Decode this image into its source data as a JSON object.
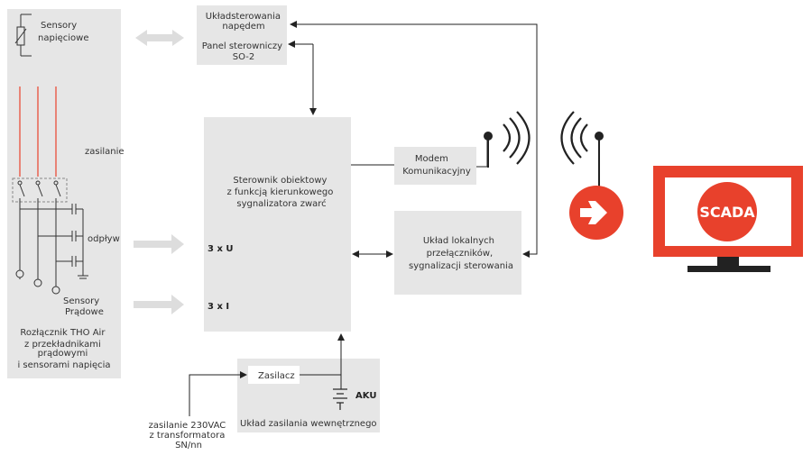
{
  "left_panel": {
    "sensors_voltage": [
      "Sensory",
      "napięciowe"
    ],
    "supply": "zasilanie",
    "outgoing": "odpływ",
    "sensors_current": [
      "Sensory",
      "Prądowe"
    ],
    "switch_caption": [
      "Rozłącznik THO Air",
      "z przekładnikami",
      "prądowymi",
      "i sensorami napięcia"
    ]
  },
  "drive_box": {
    "title": [
      "Układsterowania",
      "napędem"
    ],
    "panel": [
      "Panel sterowniczy",
      "SO-2"
    ]
  },
  "controller": {
    "title": [
      "Sterownik obiektowy",
      "z funkcją kierunkowego",
      "sygnalizatora zwarć"
    ],
    "input_u": "3 x U",
    "input_i": "3 x I"
  },
  "modem": {
    "label": [
      "Modem",
      "Komunikacyjny"
    ]
  },
  "local_box": {
    "label": [
      "Układ lokalnych",
      "przełączników,",
      "sygnalizacji sterowania"
    ]
  },
  "power_box": {
    "psu": "Zasilacz",
    "battery": "AKU",
    "caption": "Układ zasilania wewnętrznego"
  },
  "external_supply": [
    "zasilanie 230VAC",
    "z transformatora",
    "SN/nn"
  ],
  "scada": {
    "label": "SCADA"
  },
  "colors": {
    "box_fill": "#e6e6e6",
    "red": "#e8412c",
    "line": "#222222",
    "arrow_gray": "#dddddd"
  }
}
